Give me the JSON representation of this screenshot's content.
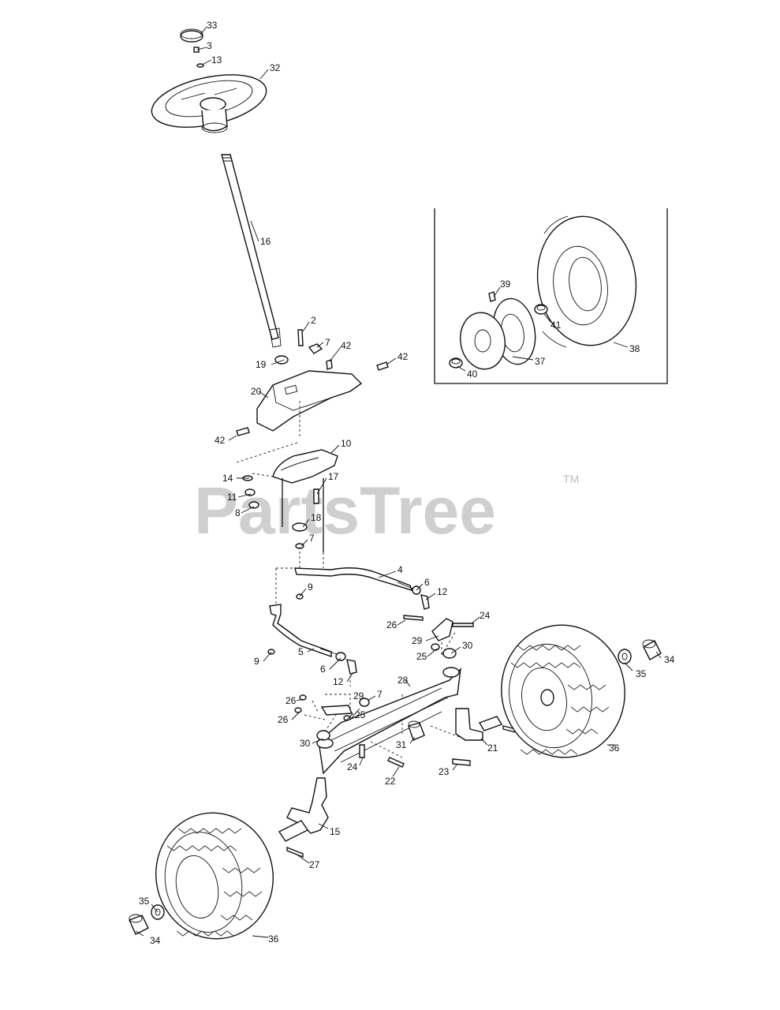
{
  "watermark": {
    "text": "PartsTree",
    "trademark": "TM"
  },
  "callouts": [
    {
      "id": "c33",
      "text": "33"
    },
    {
      "id": "c3",
      "text": "3"
    },
    {
      "id": "c13",
      "text": "13"
    },
    {
      "id": "c32",
      "text": "32"
    },
    {
      "id": "c16",
      "text": "16"
    },
    {
      "id": "c2",
      "text": "2"
    },
    {
      "id": "c7a",
      "text": "7"
    },
    {
      "id": "c42a",
      "text": "42"
    },
    {
      "id": "c42b",
      "text": "42"
    },
    {
      "id": "c19",
      "text": "19"
    },
    {
      "id": "c20",
      "text": "20"
    },
    {
      "id": "c42c",
      "text": "42"
    },
    {
      "id": "c10",
      "text": "10"
    },
    {
      "id": "c14",
      "text": "14"
    },
    {
      "id": "c17",
      "text": "17"
    },
    {
      "id": "c11",
      "text": "11"
    },
    {
      "id": "c8",
      "text": "8"
    },
    {
      "id": "c18",
      "text": "18"
    },
    {
      "id": "c7b",
      "text": "7"
    },
    {
      "id": "c4",
      "text": "4"
    },
    {
      "id": "c6a",
      "text": "6"
    },
    {
      "id": "c9a",
      "text": "9"
    },
    {
      "id": "c12a",
      "text": "12"
    },
    {
      "id": "c24a",
      "text": "24"
    },
    {
      "id": "c26a",
      "text": "26"
    },
    {
      "id": "c29a",
      "text": "29"
    },
    {
      "id": "c25a",
      "text": "25"
    },
    {
      "id": "c30a",
      "text": "30"
    },
    {
      "id": "c9b",
      "text": "9"
    },
    {
      "id": "c5",
      "text": "5"
    },
    {
      "id": "c6b",
      "text": "6"
    },
    {
      "id": "c12b",
      "text": "12"
    },
    {
      "id": "c28",
      "text": "28"
    },
    {
      "id": "c26b",
      "text": "26"
    },
    {
      "id": "c29b",
      "text": "29"
    },
    {
      "id": "c7c",
      "text": "7"
    },
    {
      "id": "c26c",
      "text": "26"
    },
    {
      "id": "c25b",
      "text": "25"
    },
    {
      "id": "c30b",
      "text": "30"
    },
    {
      "id": "c31",
      "text": "31"
    },
    {
      "id": "c24b",
      "text": "24"
    },
    {
      "id": "c22",
      "text": "22"
    },
    {
      "id": "c23",
      "text": "23"
    },
    {
      "id": "c21",
      "text": "21"
    },
    {
      "id": "c15",
      "text": "15"
    },
    {
      "id": "c27",
      "text": "27"
    },
    {
      "id": "c35a",
      "text": "35"
    },
    {
      "id": "c34a",
      "text": "34"
    },
    {
      "id": "c36a",
      "text": "36"
    },
    {
      "id": "c35b",
      "text": "35"
    },
    {
      "id": "c34b",
      "text": "34"
    },
    {
      "id": "c36b",
      "text": "36"
    },
    {
      "id": "c39",
      "text": "39"
    },
    {
      "id": "c41",
      "text": "41"
    },
    {
      "id": "c38",
      "text": "38"
    },
    {
      "id": "c40",
      "text": "40"
    },
    {
      "id": "c37",
      "text": "37"
    }
  ]
}
